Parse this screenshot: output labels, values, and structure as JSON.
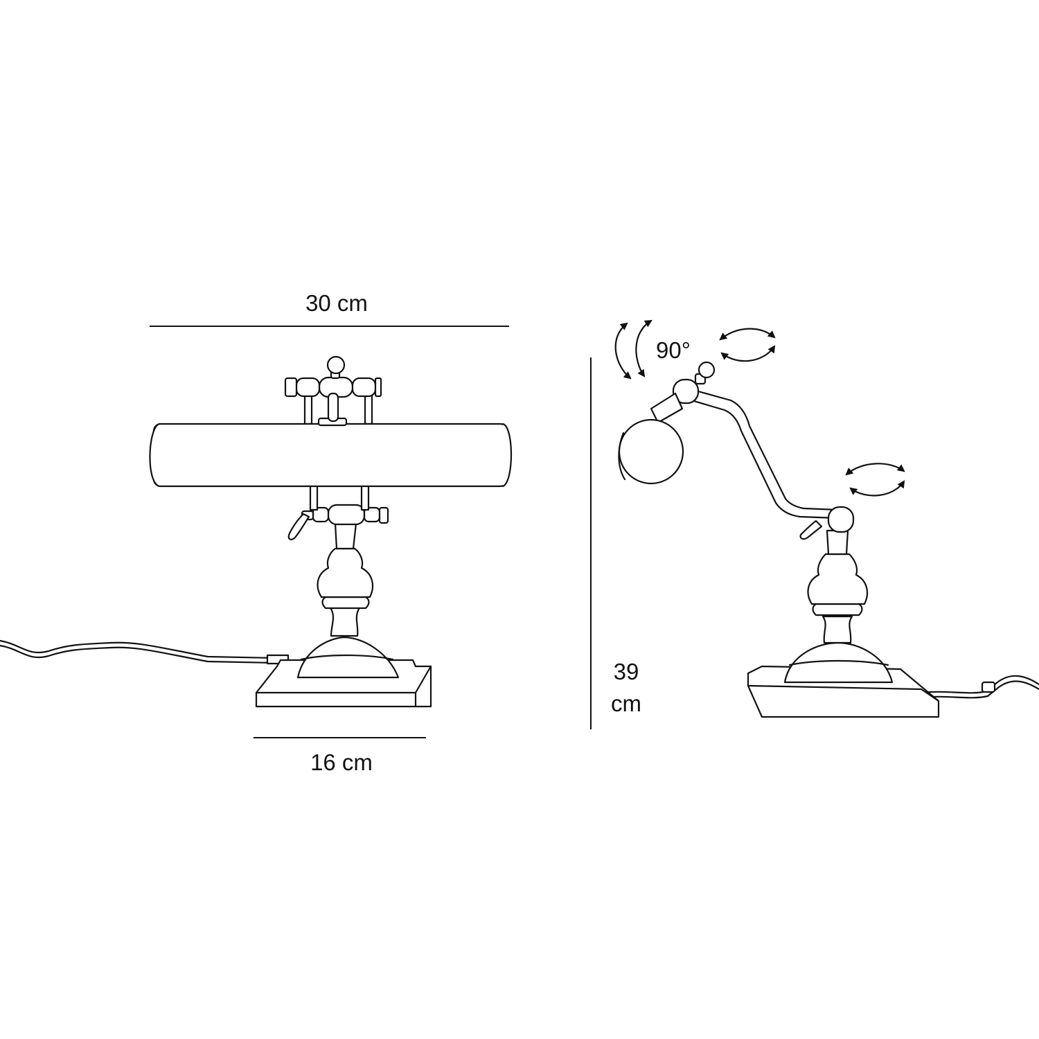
{
  "dimensions": {
    "shade_width": "30 cm",
    "base_width": "16 cm",
    "height_number": "39",
    "height_unit": "cm",
    "tilt_angle": "90°"
  },
  "colors": {
    "line": "#111111",
    "background": "#ffffff"
  },
  "icons": {
    "rotation_arrows": "double-curved-arrow-icon"
  }
}
